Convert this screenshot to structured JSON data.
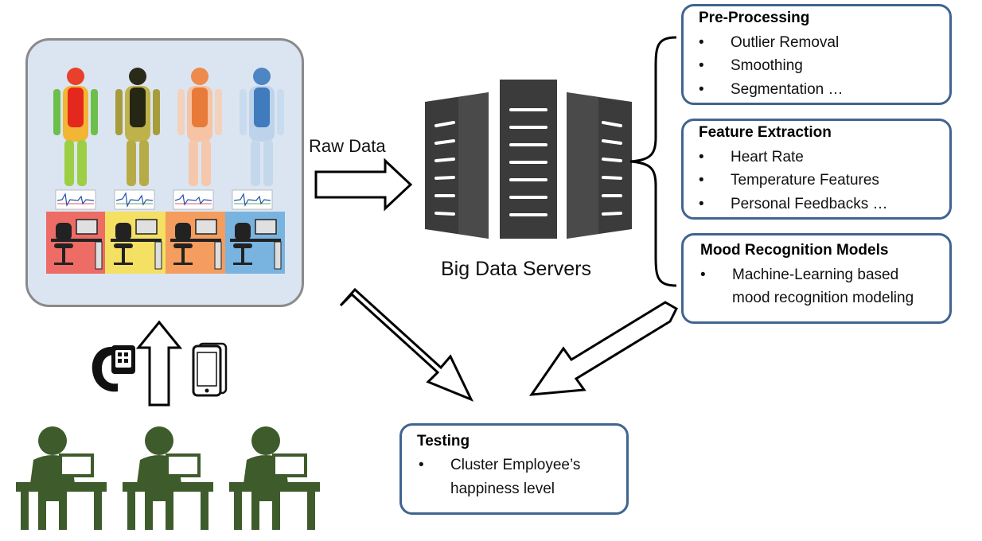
{
  "raw_data_label": "Raw Data",
  "servers_label": "Big Data Servers",
  "pre_processing": {
    "title": "Pre-Processing",
    "items": [
      "Outlier Removal",
      "Smoothing",
      "Segmentation …"
    ]
  },
  "feature_extraction": {
    "title": "Feature Extraction",
    "items": [
      "Heart Rate",
      "Temperature Features",
      "Personal Feedbacks …"
    ]
  },
  "mood_models": {
    "title": "Mood Recognition Models",
    "items": [
      "Machine-Learning based",
      "mood recognition modeling"
    ]
  },
  "testing": {
    "title": "Testing",
    "items": [
      "Cluster Employee’s",
      "happiness level"
    ]
  },
  "bullet_char": "•",
  "colors": {
    "box_border": "#41648f",
    "employee_green": "#3e5b2b",
    "server_dark": "#3b3b3b",
    "panel_bg": "#dbe5f1",
    "desk_red": "#ee6c66",
    "desk_yellow": "#f4e062",
    "desk_orange": "#f59d5e",
    "desk_blue": "#79b4e0"
  }
}
